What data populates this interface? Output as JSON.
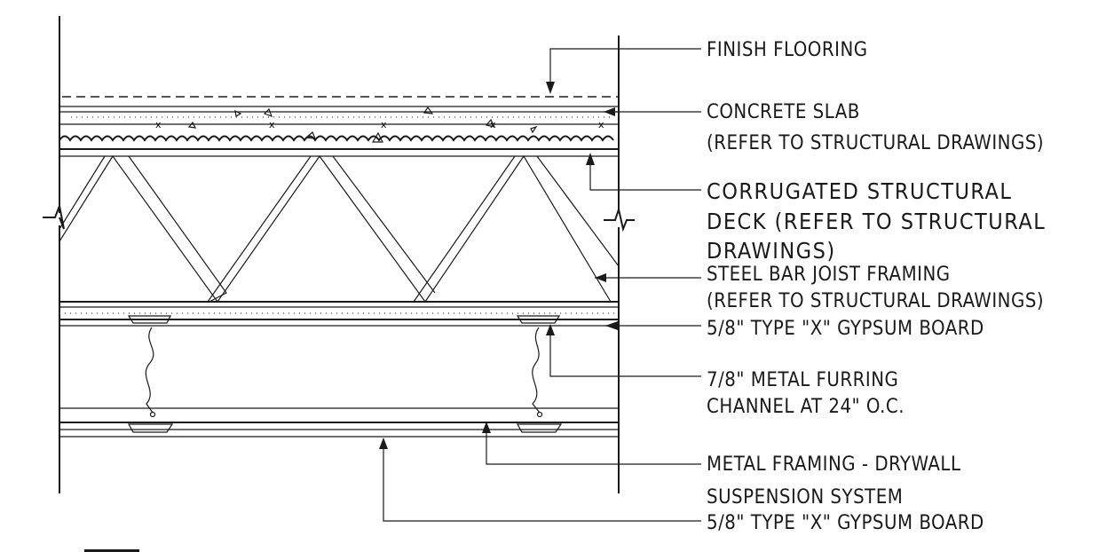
{
  "labels": {
    "finish_flooring": "FINISH FLOORING",
    "concrete_slab_1": "CONCRETE SLAB",
    "concrete_slab_2": "(REFER TO STRUCTURAL DRAWINGS)",
    "deck_1": "CORRUGATED STRUCTURAL",
    "deck_2": "DECK (REFER TO STRUCTURAL",
    "deck_3": "DRAWINGS)",
    "joist_1": "STEEL BAR JOIST FRAMING",
    "joist_2": "(REFER TO STRUCTURAL DRAWINGS)",
    "gypsum_top": "5/8\" TYPE \"X\" GYPSUM BOARD",
    "furring_1": "7/8\" METAL FURRING",
    "furring_2": "CHANNEL AT 24\" O.C.",
    "framing_1": "METAL FRAMING - DRYWALL",
    "framing_2": "SUSPENSION SYSTEM",
    "gypsum_bottom": "5/8\" TYPE \"X\" GYPSUM BOARD"
  }
}
